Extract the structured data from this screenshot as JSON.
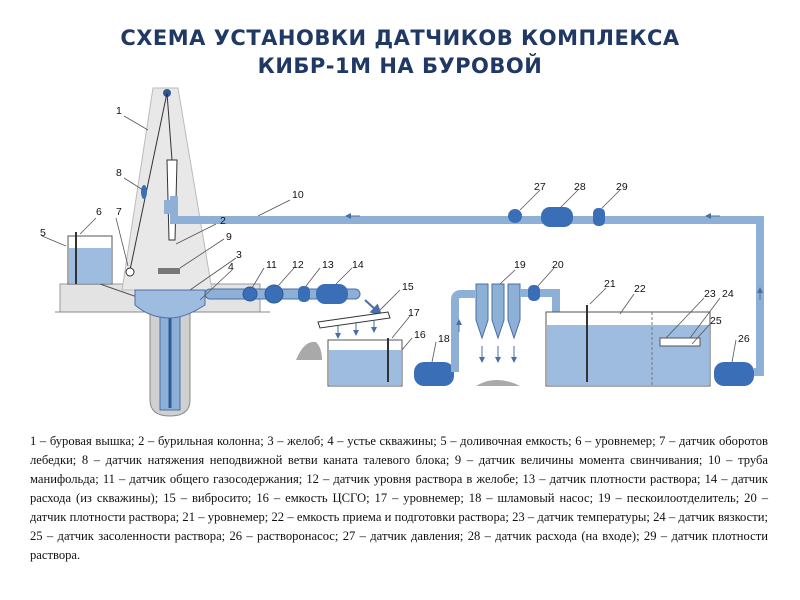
{
  "title": {
    "line1": "СХЕМА УСТАНОВКИ ДАТЧИКОВ КОМПЛЕКСА",
    "line2": "КИБР-1М НА БУРОВОЙ"
  },
  "labels": {
    "n1": "1",
    "n2": "2",
    "n3": "3",
    "n4": "4",
    "n5": "5",
    "n6": "6",
    "n7": "7",
    "n8": "8",
    "n9": "9",
    "n10": "10",
    "n11": "11",
    "n12": "12",
    "n13": "13",
    "n14": "14",
    "n15": "15",
    "n16": "16",
    "n17": "17",
    "n18": "18",
    "n19": "19",
    "n20": "20",
    "n21": "21",
    "n22": "22",
    "n23": "23",
    "n24": "24",
    "n25": "25",
    "n26": "26",
    "n27": "27",
    "n28": "28",
    "n29": "29"
  },
  "legend": "1 – буровая вышка; 2 – бурильная колонна; 3 – желоб; 4 – устье скважины; 5 – доливочная емкость; 6 – уровнемер; 7 – датчик оборотов лебедки; 8 – датчик натяжения неподвижной ветви каната талевого блока; 9 – датчик величины момента свинчивания; 10 – труба манифольда; 11 – датчик общего газосодержания; 12 – датчик уровня раствора в желобе; 13 – датчик плотности раствора; 14 – датчик расхода (из скважины); 15 – вибросито; 16 – емкость ЦСГО; 17 – уровнемер; 18 – шламовый насос; 19 – пескоилоотделитель; 20 – датчик плотности раствора; 21 – уровнемер; 22 – емкость приема и подготовки раствора; 23 – датчик температуры; 24 – датчик вязкости; 25 – датчик засоленности раствора; 26 – растворонасос; 27 – датчик давления; 28 – датчик расхода (на входе); 29 – датчик плотности раствора.",
  "colors": {
    "title": "#1f3864",
    "pipe": "#8fb0d6",
    "pipe_stroke": "#4a6fa5",
    "fluid": "#9dbce0",
    "device": "#3a6fb7",
    "device_dark": "#2c5a9a",
    "tower": "#e6e6e6",
    "ground": "#cfcfcf"
  }
}
